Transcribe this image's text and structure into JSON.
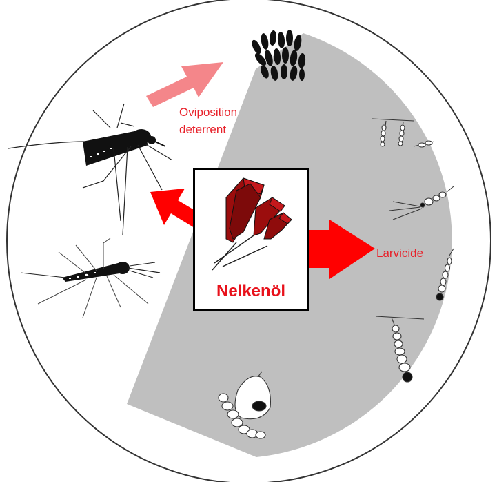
{
  "labels": {
    "oviposition_line1": "Oviposition",
    "oviposition_line2": "deterrent",
    "larvicide": "Larvicide",
    "center": "Nelkenöl"
  },
  "colors": {
    "arrow_red": "#ff0000",
    "arrow_pink": "#f4868a",
    "clove": "#9b0d0d",
    "label_red": "#e8212a",
    "sector_grey": "#bfbfbf"
  },
  "icons": [
    "mosquito-icon",
    "egg-raft-icon",
    "larva-icon",
    "pupa-icon",
    "clove-icon"
  ]
}
